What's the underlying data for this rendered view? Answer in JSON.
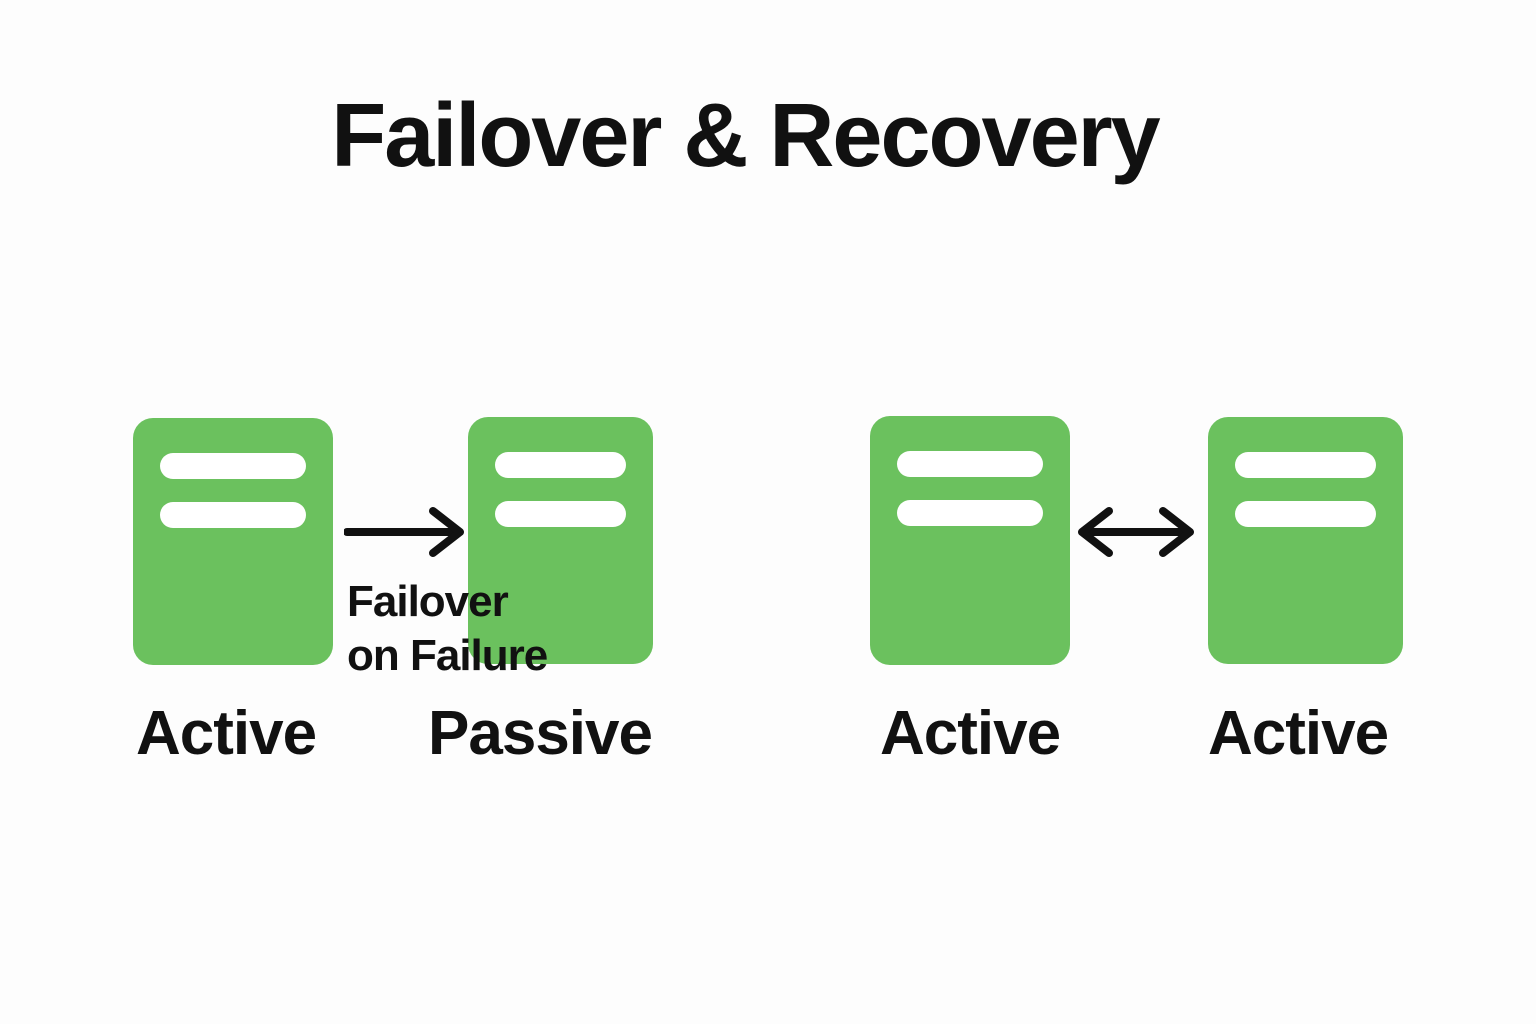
{
  "title": "Failover & Recovery",
  "colors": {
    "server_green": "#6BC15E",
    "text": "#111111",
    "background": "#FDFDFD",
    "arrow": "#111111"
  },
  "diagram": {
    "failover_pair": {
      "servers": [
        {
          "label": "Active"
        },
        {
          "label": "Passive"
        }
      ],
      "arrow": "right-arrow",
      "arrow_label": "Failover\non Failure"
    },
    "active_active_pair": {
      "servers": [
        {
          "label": "Active"
        },
        {
          "label": "Active"
        }
      ],
      "arrow": "double-arrow"
    }
  }
}
